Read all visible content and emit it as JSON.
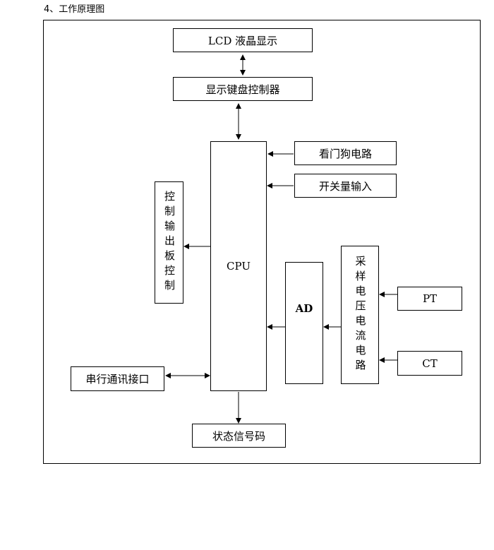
{
  "heading": "4、工作原理图",
  "diagram": {
    "lcd": "LCD 液晶显示",
    "keyboard_controller": "显示键盘控制器",
    "cpu": "CPU",
    "watchdog": "看门狗电路",
    "switch_input": "开关量输入",
    "output_board": "控制输出板控制",
    "ad": "AD",
    "sampling": "采样电压电流电路",
    "pt": "PT",
    "ct": "CT",
    "serial": "串行通讯接口",
    "status_code": "状态信号码"
  }
}
